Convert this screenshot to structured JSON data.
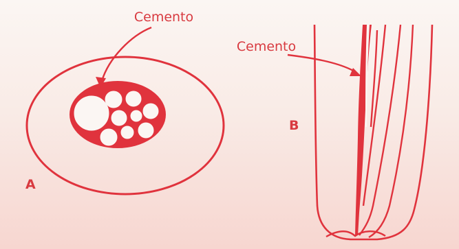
{
  "figure": {
    "panel_a": {
      "letter": "A",
      "callout": "Cemento"
    },
    "panel_b": {
      "letter": "B",
      "callout": "Cemento"
    }
  },
  "colors": {
    "ink": "#e0333d",
    "paper": "#fbf6f3",
    "paper_bottom": "#f7d6d0",
    "label_ink": "#d83a40"
  }
}
